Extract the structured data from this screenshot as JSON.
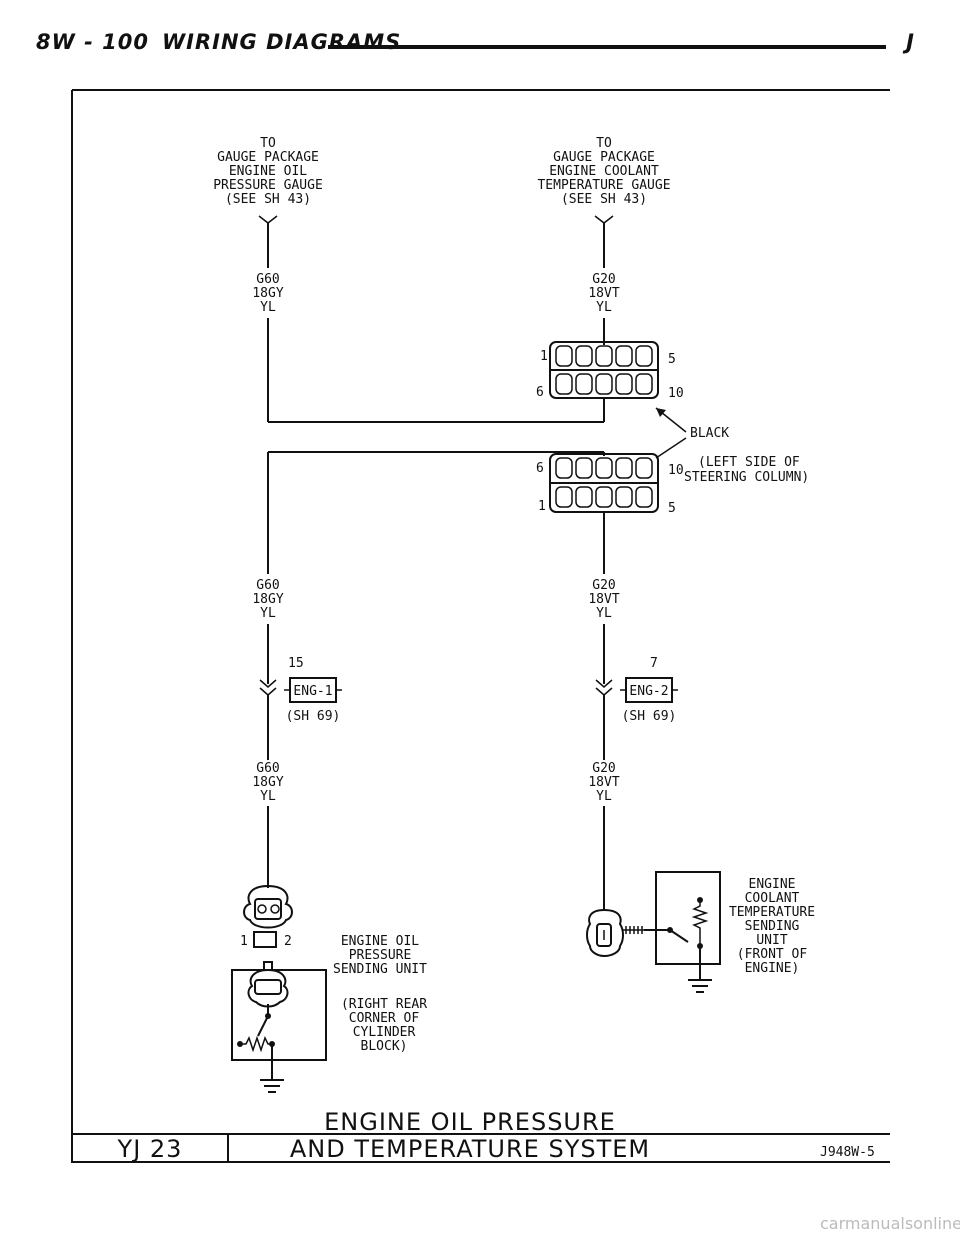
{
  "header": {
    "page": "8W - 100",
    "title": "WIRING DIAGRAMS",
    "letter": "J"
  },
  "top_left": {
    "lines": [
      "TO",
      "GAUGE PACKAGE",
      "ENGINE OIL",
      "PRESSURE GAUGE",
      "(SEE SH 43)"
    ]
  },
  "top_right": {
    "lines": [
      "TO",
      "GAUGE PACKAGE",
      "ENGINE COOLANT",
      "TEMPERATURE GAUGE",
      "(SEE SH 43)"
    ]
  },
  "wire_left": {
    "circuit": "G60",
    "gauge": "18GY",
    "color": "YL"
  },
  "wire_right": {
    "circuit": "G20",
    "gauge": "18VT",
    "color": "YL"
  },
  "upper_connector": {
    "pin_tl": "1",
    "pin_tr": "5",
    "pin_bl": "6",
    "pin_br": "10"
  },
  "lower_connector": {
    "pin_tl": "6",
    "pin_tr": "10",
    "pin_bl": "1",
    "pin_br": "5"
  },
  "connector_note": {
    "color": "BLACK",
    "loc1": "(LEFT SIDE OF",
    "loc2": "STEERING COLUMN)"
  },
  "splice_left": {
    "pin": "15",
    "name": "ENG-1",
    "ref": "(SH 69)"
  },
  "splice_right": {
    "pin": "7",
    "name": "ENG-2",
    "ref": "(SH 69)"
  },
  "oil_sensor": {
    "pin1": "1",
    "pin2": "2",
    "name": [
      "ENGINE OIL",
      "PRESSURE",
      "SENDING UNIT"
    ],
    "loc": [
      "(RIGHT REAR",
      "CORNER OF",
      "CYLINDER",
      "BLOCK)"
    ]
  },
  "coolant_sensor": {
    "name": [
      "ENGINE",
      "COOLANT",
      "TEMPERATURE",
      "SENDING",
      "UNIT",
      "(FRONT OF",
      "ENGINE)"
    ]
  },
  "footer": {
    "model": "YJ 23",
    "title1": "ENGINE OIL PRESSURE",
    "title2": "AND TEMPERATURE SYSTEM",
    "code": "J948W-5"
  },
  "watermark": "carmanualsonline.info"
}
